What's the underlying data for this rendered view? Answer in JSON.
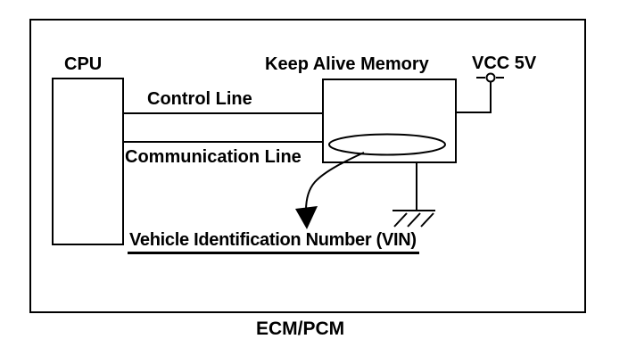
{
  "diagram": {
    "system_label": "ECM/PCM",
    "blocks": {
      "cpu_label": "CPU",
      "kam_label": "Keep Alive Memory"
    },
    "power": {
      "vcc_label": "VCC 5V"
    },
    "wires": {
      "control_label": "Control Line",
      "communication_label": "Communication Line"
    },
    "annotation": {
      "vin_label": "Vehicle Identification Number (VIN)"
    },
    "colors": {
      "ink": "#000000",
      "background": "#ffffff"
    }
  }
}
